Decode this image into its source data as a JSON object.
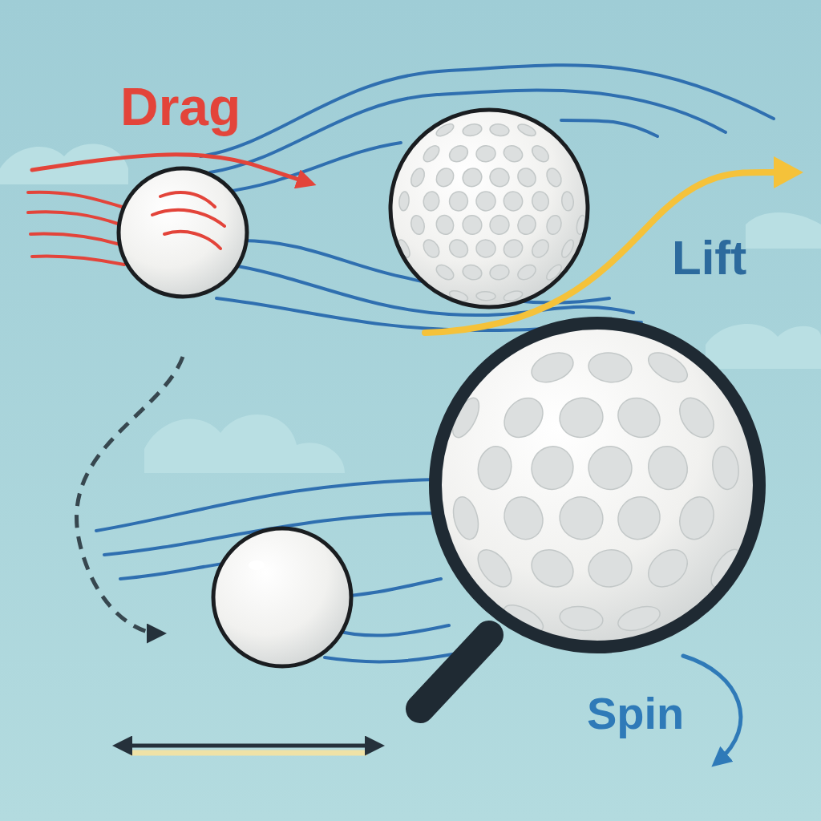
{
  "diagram": {
    "labels": [
      "Drag",
      "Lift",
      "Spin"
    ]
  }
}
